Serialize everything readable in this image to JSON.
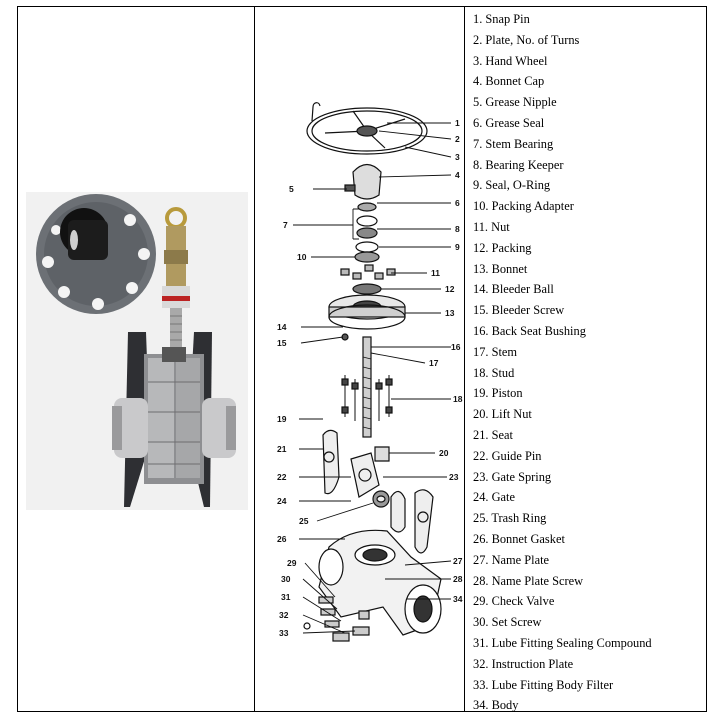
{
  "parts": [
    {
      "num": "1",
      "label": "1. Snap Pin"
    },
    {
      "num": "2",
      "label": "2. Plate, No. of Turns"
    },
    {
      "num": "3",
      "label": "3. Hand Wheel"
    },
    {
      "num": "4",
      "label": "4. Bonnet Cap"
    },
    {
      "num": "5",
      "label": "5. Grease Nipple"
    },
    {
      "num": "6",
      "label": "6. Grease Seal"
    },
    {
      "num": "7",
      "label": "7. Stem Bearing"
    },
    {
      "num": "8",
      "label": "8. Bearing Keeper"
    },
    {
      "num": "9",
      "label": "9. Seal, O-Ring"
    },
    {
      "num": "10",
      "label": "10. Packing Adapter"
    },
    {
      "num": "11",
      "label": "11. Nut"
    },
    {
      "num": "12",
      "label": "12. Packing"
    },
    {
      "num": "13",
      "label": "13. Bonnet"
    },
    {
      "num": "14",
      "label": "14. Bleeder Ball"
    },
    {
      "num": "15",
      "label": "15. Bleeder Screw"
    },
    {
      "num": "16",
      "label": "16. Back Seat Bushing"
    },
    {
      "num": "17",
      "label": "17. Stem"
    },
    {
      "num": "18",
      "label": "18. Stud"
    },
    {
      "num": "19",
      "label": "19. Piston"
    },
    {
      "num": "20",
      "label": "20. Lift Nut"
    },
    {
      "num": "21",
      "label": "21. Seat"
    },
    {
      "num": "22",
      "label": "22. Guide Pin"
    },
    {
      "num": "23",
      "label": "23. Gate Spring"
    },
    {
      "num": "24",
      "label": "24. Gate"
    },
    {
      "num": "25",
      "label": "25. Trash Ring"
    },
    {
      "num": "26",
      "label": "26. Bonnet Gasket"
    },
    {
      "num": "27",
      "label": "27. Name Plate"
    },
    {
      "num": "28",
      "label": "28. Name Plate Screw"
    },
    {
      "num": "29",
      "label": "29. Check Valve"
    },
    {
      "num": "30",
      "label": "30. Set Screw"
    },
    {
      "num": "31",
      "label": "31. Lube Fitting Sealing Compound"
    },
    {
      "num": "32",
      "label": "32. Instruction Plate"
    },
    {
      "num": "33",
      "label": "33. Lube Fitting Body Filter"
    },
    {
      "num": "34",
      "label": "34. Body"
    }
  ]
}
